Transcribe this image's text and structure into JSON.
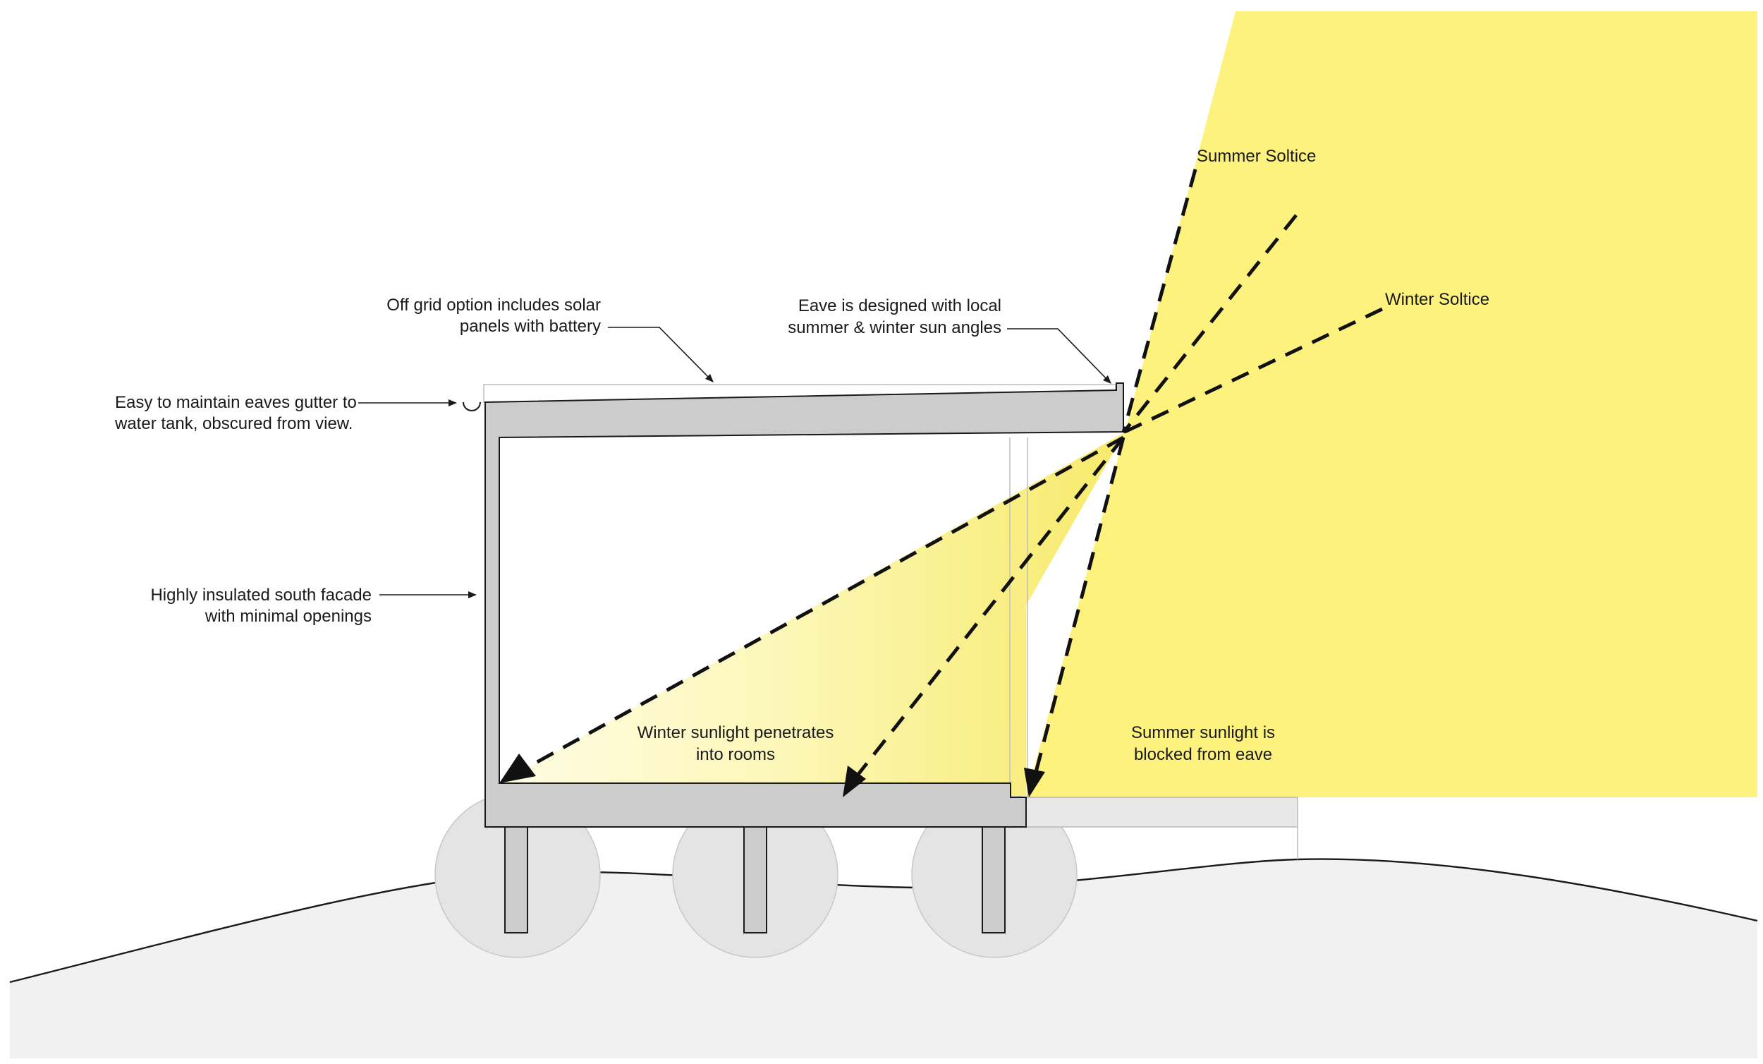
{
  "labels": {
    "summer_solstice": "Summer Soltice",
    "winter_solstice": "Winter Soltice",
    "off_grid_line1": "Off grid option includes solar",
    "off_grid_line2": "panels with battery",
    "eave_line1": "Eave is designed with local",
    "eave_line2": "summer & winter sun angles",
    "gutter_line1": "Easy to maintain eaves gutter to",
    "gutter_line2": "water tank, obscured from view.",
    "facade_line1": "Highly insulated south facade",
    "facade_line2": "with minimal openings",
    "winter_light_line1": "Winter sunlight penetrates",
    "winter_light_line2": "into rooms",
    "summer_light_line1": "Summer sunlight is",
    "summer_light_line2": "blocked from eave"
  },
  "colors": {
    "sunlight": "#fdf27e",
    "winter_sunlight": "#fdf6b5",
    "structure": "#cccccc",
    "ground": "#f1f1f1",
    "deck": "#e8e8e8",
    "line": "#1a1a1a"
  }
}
